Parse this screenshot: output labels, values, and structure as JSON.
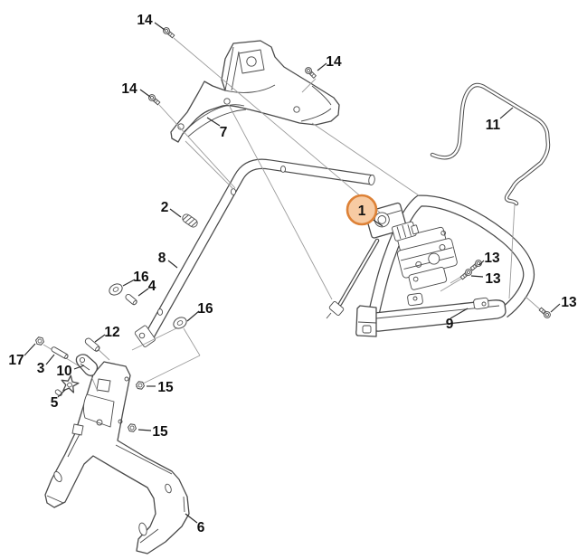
{
  "diagram": {
    "type": "exploded-parts-diagram",
    "colors": {
      "line": "#4a4a4a",
      "construction": "#9b9b9b",
      "label": "#111111",
      "background": "#ffffff",
      "highlight_fill": "#f7cba3",
      "highlight_stroke": "#dd8136"
    },
    "highlighted_part": "1",
    "callouts": [
      {
        "part": "1"
      },
      {
        "part": "2"
      },
      {
        "part": "3"
      },
      {
        "part": "4"
      },
      {
        "part": "5"
      },
      {
        "part": "6"
      },
      {
        "part": "7"
      },
      {
        "part": "8"
      },
      {
        "part": "9"
      },
      {
        "part": "10"
      },
      {
        "part": "11"
      },
      {
        "part": "12"
      },
      {
        "part": "13"
      },
      {
        "part": "13"
      },
      {
        "part": "13"
      },
      {
        "part": "14"
      },
      {
        "part": "14"
      },
      {
        "part": "14"
      },
      {
        "part": "15"
      },
      {
        "part": "15"
      },
      {
        "part": "16"
      },
      {
        "part": "16"
      },
      {
        "part": "17"
      }
    ]
  }
}
